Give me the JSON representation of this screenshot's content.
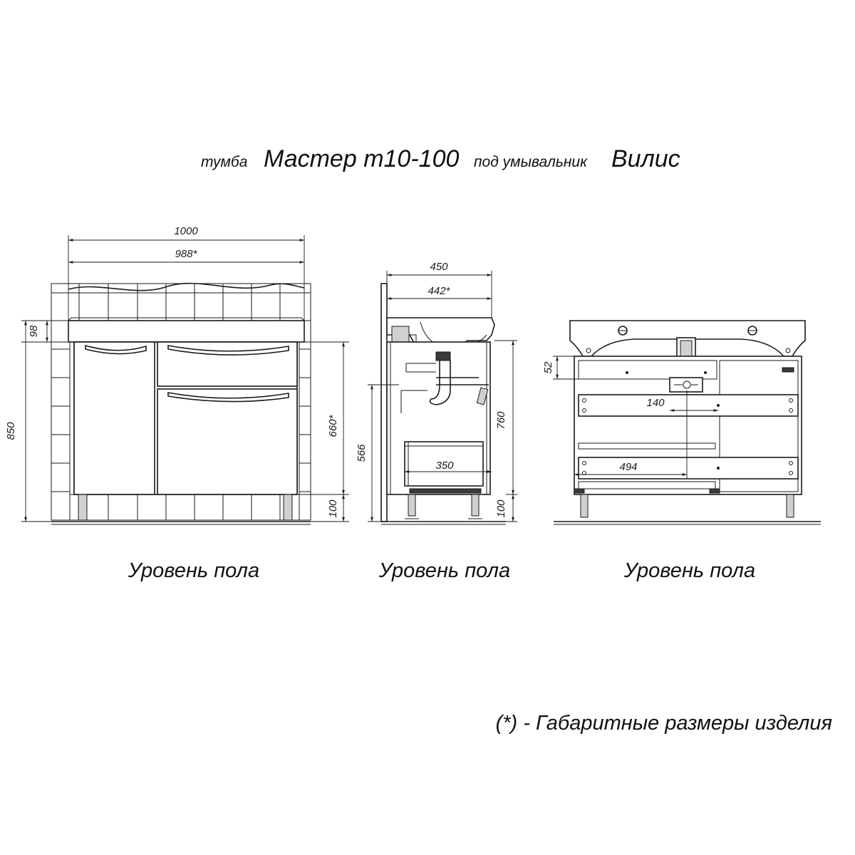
{
  "title": {
    "prefix": "тумба",
    "model": "Мастер т10-100",
    "middle": "под умывальник",
    "sink": "Вилис"
  },
  "front_view": {
    "dims": {
      "width_total": "1000",
      "width_overall": "988*",
      "height_total": "850",
      "top_thickness": "98",
      "body_height": "660*",
      "leg_height": "100"
    },
    "floor_label": "Уровень пола"
  },
  "side_view": {
    "dims": {
      "depth_total": "450",
      "depth_overall": "442*",
      "height_left": "566",
      "height_right": "760",
      "leg_height": "100",
      "drawer_depth": "350"
    },
    "floor_label": "Уровень пола"
  },
  "back_view": {
    "dims": {
      "top_offset": "52",
      "pipe_offset": "140",
      "pipe_from_left": "494"
    },
    "floor_label": "Уровень пола"
  },
  "footnote": "(*) - Габаритные размеры изделия"
}
